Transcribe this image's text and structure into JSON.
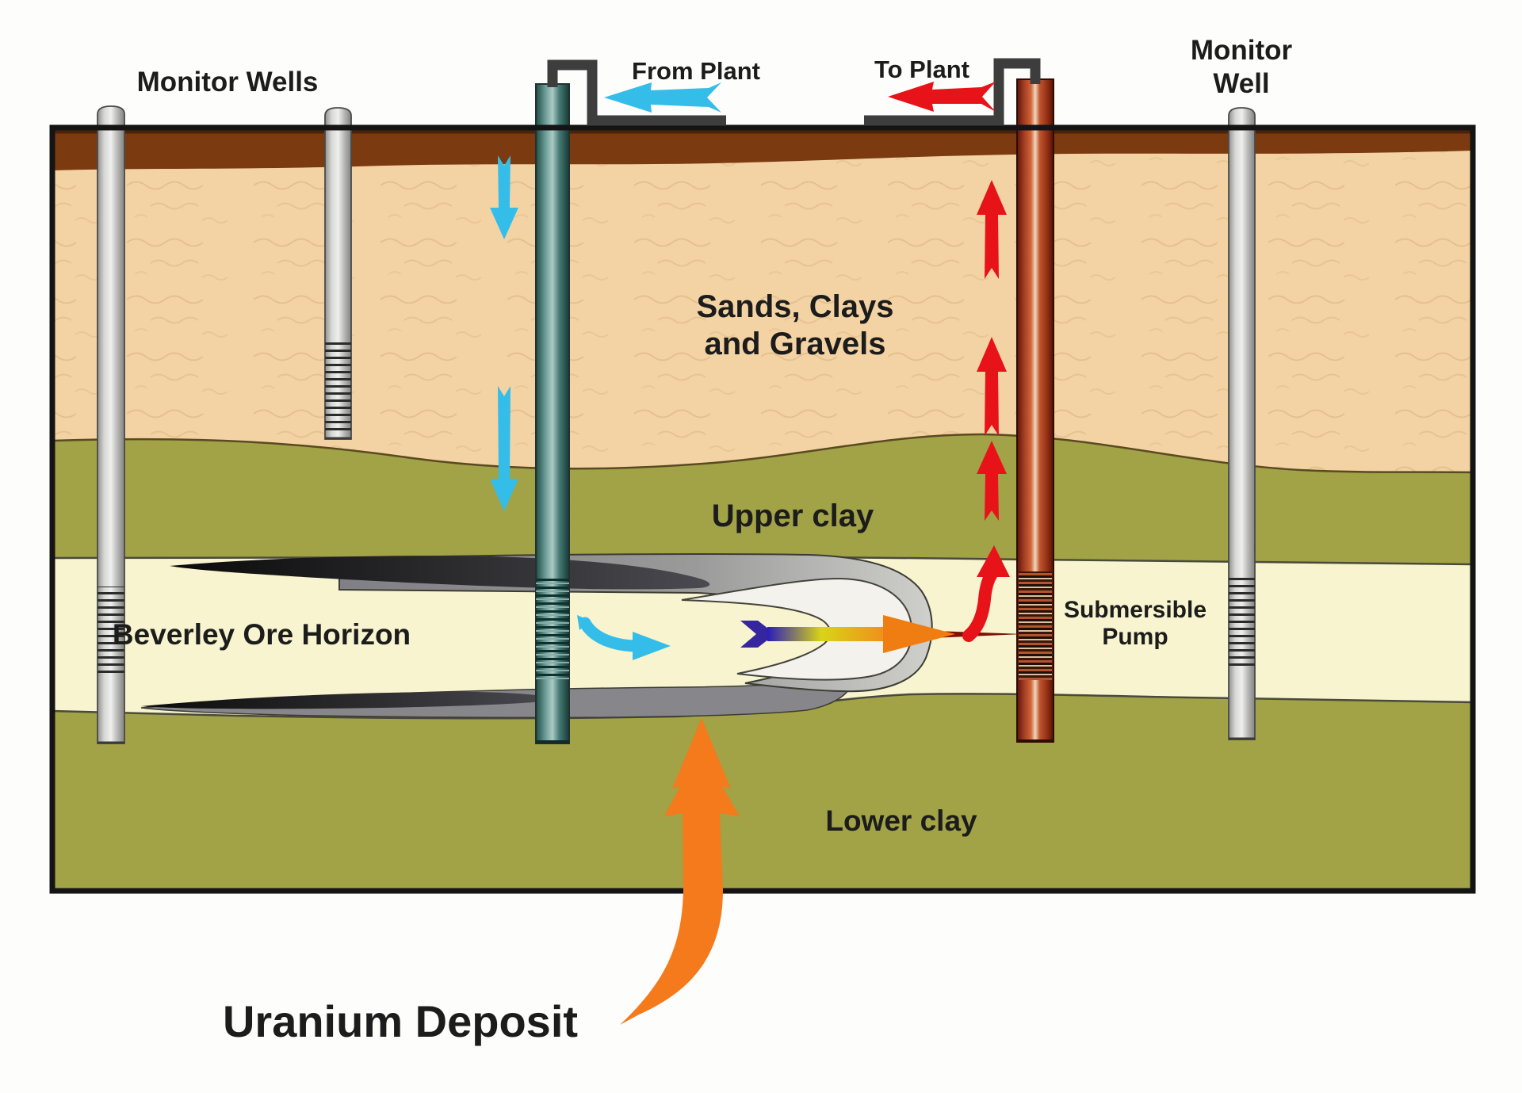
{
  "labels": {
    "monitor_wells": "Monitor Wells",
    "from_plant": "From Plant",
    "to_plant": "To Plant",
    "monitor_well_line1": "Monitor",
    "monitor_well_line2": "Well",
    "sands_line1": "Sands, Clays",
    "sands_line2": "and Gravels",
    "upper_clay": "Upper clay",
    "ore_horizon": "Beverley Ore Horizon",
    "submersible_line1": "Submersible",
    "submersible_line2": "Pump",
    "lower_clay": "Lower clay",
    "uranium_deposit": "Uranium Deposit"
  },
  "colors": {
    "sky": "#fdfdfc",
    "surface_soil_brown": "#7b3a10",
    "sands_tan": "#f3d3a3",
    "clay_olive": "#a2a246",
    "ore_horizon_cream": "#f7f4cf",
    "ore_body_black": "#121212",
    "mineral_front_gray": "#87878b",
    "leached_zone_white": "#f3f2ec",
    "injection_well_teal": "#4d7d77",
    "extraction_well_red": "#b5431f",
    "monitor_well_gray": "#c6c6c4",
    "pipe_dark": "#3d3d3d",
    "flow_arrow_blue": "#35bdea",
    "flow_arrow_red": "#e81319",
    "uranium_arrow_orange": "#f47a1c",
    "text_dark": "#1c1c1c",
    "frame_black": "#141414"
  }
}
